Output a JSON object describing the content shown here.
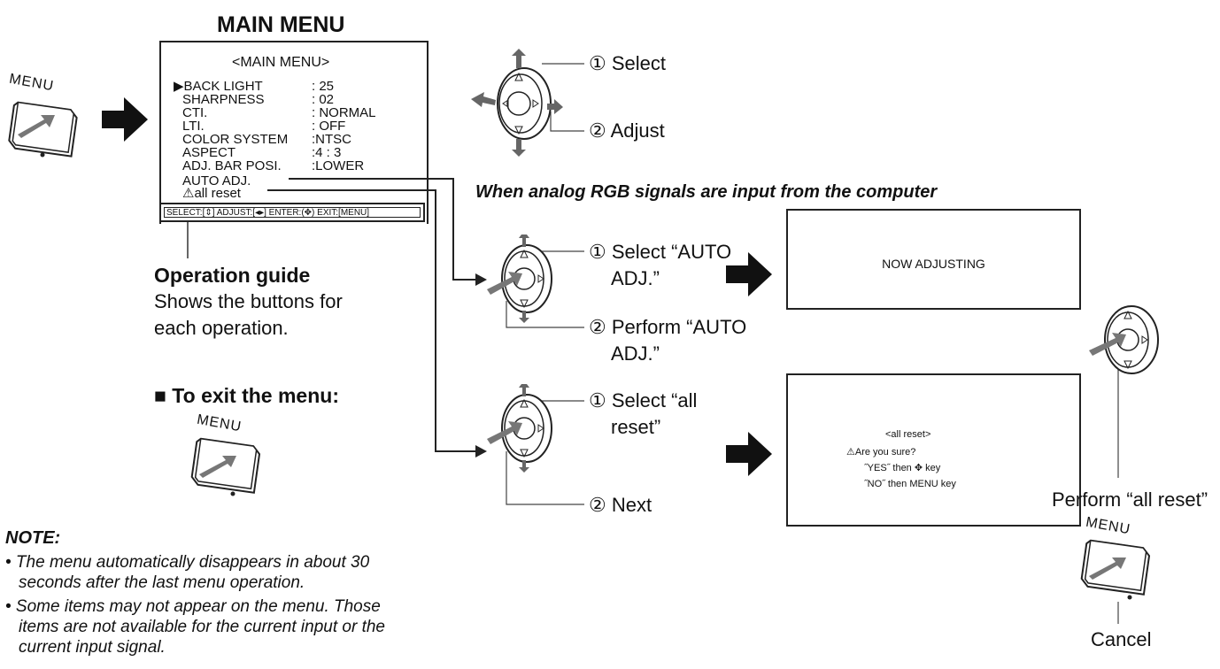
{
  "title": "MAIN MENU",
  "menu": {
    "header": "<MAIN  MENU>",
    "items": [
      {
        "label": "▶BACK  LIGHT",
        "value": ":  25"
      },
      {
        "label": "SHARPNESS",
        "value": ":  02"
      },
      {
        "label": "CTI.",
        "value": ":  NORMAL"
      },
      {
        "label": "LTI.",
        "value": ":  OFF"
      },
      {
        "label": "COLOR  SYSTEM",
        "value": ":NTSC"
      },
      {
        "label": "ASPECT",
        "value": ":4 : 3"
      },
      {
        "label": "ADJ.  BAR  POSI.",
        "value": ":LOWER"
      },
      {
        "label": "AUTO  ADJ.",
        "value": ""
      },
      {
        "label": "⚠all  reset",
        "value": ""
      }
    ],
    "guide": "SELECT:[⇕]  ADJUST:[◂▸]  ENTER:(✥)  EXIT:[MENU]"
  },
  "menu_button_label": "MENU",
  "select_label": "① Select",
  "adjust_label": "② Adjust",
  "operation_guide": {
    "heading": "Operation guide",
    "line1": "Shows the buttons for",
    "line2": "each operation."
  },
  "exit_heading": "■ To exit the menu:",
  "analog_heading": "When analog RGB signals are input from the computer",
  "auto": {
    "select_line1": "① Select “AUTO",
    "select_line2": "ADJ.”",
    "perform_line1": "② Perform “AUTO",
    "perform_line2": "ADJ.”",
    "screen_text": "NOW  ADJUSTING"
  },
  "reset": {
    "select_line1": "① Select “all",
    "select_line2": "reset”",
    "next_label": "② Next",
    "screen_title": "<all  reset>",
    "screen_q": "⚠Are you sure?",
    "screen_yes": "˝YES˝ then  ✥  key",
    "screen_no": "˝NO˝  then  MENU  key",
    "perform_label": "Perform “all reset”",
    "cancel_label": "Cancel"
  },
  "note": {
    "heading": "NOTE:",
    "bullet1_line1": "• The menu automatically disappears in about 30",
    "bullet1_line2": "seconds after the last menu operation.",
    "bullet2_line1": "• Some items may not appear on the menu. Those",
    "bullet2_line2": "items are not available for the current input or the",
    "bullet2_line3": "current input signal."
  }
}
